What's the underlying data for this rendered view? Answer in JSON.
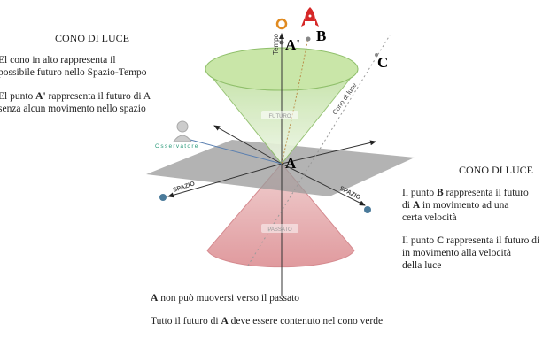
{
  "left_panel": {
    "title": "CONO DI LUCE",
    "p1_line1": "El cono in alto rappresenta il",
    "p1_line2": "possibile futuro nello Spazio-Tempo",
    "p2_line1_pre": "El punto ",
    "p2_line1_bold": "A'",
    "p2_line1_post": " rappresenta il futuro di A",
    "p2_line2": "senza alcun movimento nello spazio"
  },
  "right_panel": {
    "title": "CONO DI LUCE",
    "p1_line1_pre": "Il punto ",
    "p1_line1_bold": "B",
    "p1_line1_post": " rappresenta il futuro",
    "p1_line2_pre": "di ",
    "p1_line2_bold": "A",
    "p1_line2_post": " in movimento ad una",
    "p1_line3": "certa velocità",
    "p2_line1_pre": "Il punto ",
    "p2_line1_bold": "C",
    "p2_line1_post": " rappresenta il futuro di",
    "p2_line2": "in movimento alla velocità",
    "p2_line3": "della luce"
  },
  "bottom": {
    "line1_bold": "A",
    "line1_post": " non può muoversi verso il passato",
    "line2_pre": "Tutto il futuro di ",
    "line2_bold": "A",
    "line2_post": " deve essere contenuto nel cono verde"
  },
  "diagram": {
    "point_a": "A",
    "point_a_prime": "A'",
    "point_b": "B",
    "point_c": "C",
    "time_axis": "Tempo",
    "light_cone": "Cono di luce",
    "future": "FUTURO",
    "past": "PASSATO",
    "observer": "Osservatore",
    "space_left": "SPAZIO",
    "space_right": "SPAZIO",
    "colors": {
      "future_cone": "#c9e6a8",
      "past_cone": "#e3a3a6",
      "plane": "#9a9a9a"
    }
  }
}
